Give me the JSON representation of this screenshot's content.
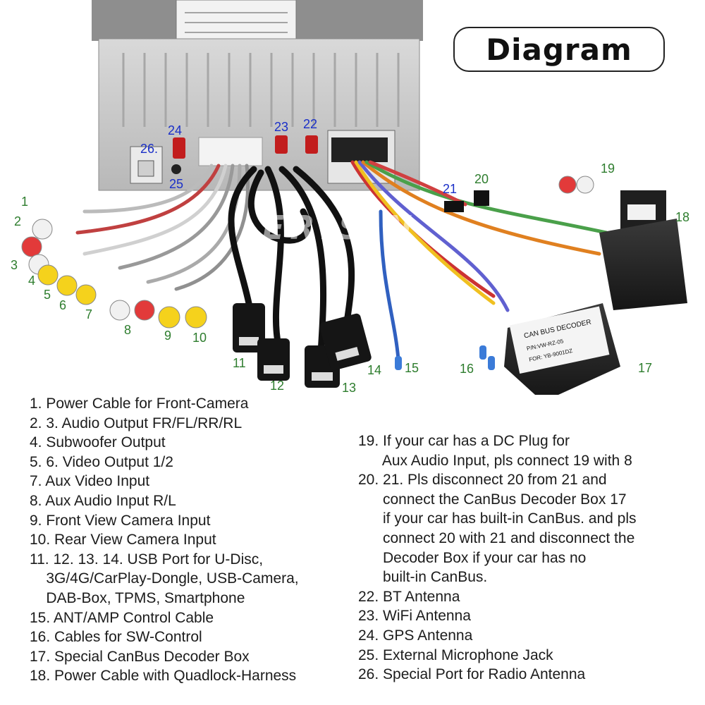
{
  "title": "Diagram",
  "watermark": "ERISIN",
  "colors": {
    "callout_green": "#2e7d2e",
    "callout_blue": "#1a2fc8",
    "rca_red": "#e23a3a",
    "rca_white": "#f1f1f1",
    "rca_yellow": "#f5d21c"
  },
  "decoder_label": [
    "CAN BUS DECODER",
    "P/N:VW-RZ-05",
    "FOR: YB-9001DZ"
  ],
  "callouts": [
    {
      "id": "c1",
      "text": "1"
    },
    {
      "id": "c2",
      "text": "2"
    },
    {
      "id": "c3",
      "text": "3"
    },
    {
      "id": "c4",
      "text": "4"
    },
    {
      "id": "c5",
      "text": "5"
    },
    {
      "id": "c6",
      "text": "6"
    },
    {
      "id": "c7",
      "text": "7"
    },
    {
      "id": "c8",
      "text": "8"
    },
    {
      "id": "c9",
      "text": "9"
    },
    {
      "id": "c10",
      "text": "10"
    },
    {
      "id": "c11",
      "text": "11"
    },
    {
      "id": "c12",
      "text": "12"
    },
    {
      "id": "c13",
      "text": "13"
    },
    {
      "id": "c14",
      "text": "14"
    },
    {
      "id": "c15",
      "text": "15"
    },
    {
      "id": "c16",
      "text": "16"
    },
    {
      "id": "c17",
      "text": "17"
    },
    {
      "id": "c18",
      "text": "18"
    },
    {
      "id": "c19",
      "text": "19"
    },
    {
      "id": "c20",
      "text": "20"
    },
    {
      "id": "c21",
      "text": "21"
    },
    {
      "id": "c22",
      "text": "22"
    },
    {
      "id": "c23",
      "text": "23"
    },
    {
      "id": "c24",
      "text": "24"
    },
    {
      "id": "c25",
      "text": "25"
    },
    {
      "id": "c26",
      "text": "26."
    }
  ],
  "legend_left": [
    "1. Power Cable for Front-Camera",
    "2. 3. Audio Output FR/FL/RR/RL",
    "4. Subwoofer Output",
    "5. 6. Video Output 1/2",
    "7. Aux Video Input",
    "8. Aux Audio Input R/L",
    "9. Front View Camera Input",
    "10. Rear View Camera Input",
    "11. 12. 13. 14. USB Port for U-Disc,",
    "    3G/4G/CarPlay-Dongle, USB-Camera,",
    "    DAB-Box, TPMS, Smartphone",
    "15. ANT/AMP Control Cable",
    "16. Cables for SW-Control",
    "17. Special CanBus Decoder Box",
    "18. Power Cable with Quadlock-Harness"
  ],
  "legend_right": [
    "19. If your car has a DC Plug for",
    "      Aux Audio Input, pls connect 19 with 8",
    "20. 21. Pls disconnect 20 from 21 and",
    "      connect the CanBus Decoder Box 17",
    "      if your car has built-in CanBus. and pls",
    "      connect 20 with 21 and disconnect the",
    "      Decoder Box if your car has no",
    "      built-in CanBus.",
    "22. BT Antenna",
    "23. WiFi Antenna",
    "24. GPS Antenna",
    "25. External Microphone Jack",
    "26. Special Port for Radio Antenna"
  ]
}
